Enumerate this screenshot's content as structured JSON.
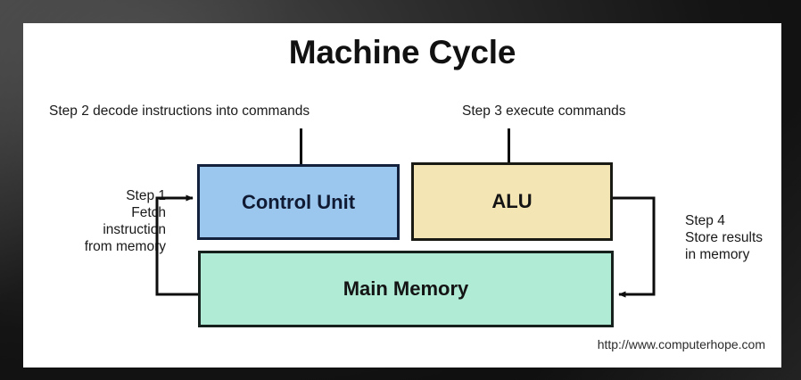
{
  "slide": {
    "title": "Machine Cycle",
    "source_url": "http://www.computerhope.com"
  },
  "diagram": {
    "type": "block-flow",
    "boxes": [
      {
        "id": "control-unit",
        "label": "Control Unit",
        "fill": "#9BC7EE",
        "border": "#14213d"
      },
      {
        "id": "alu",
        "label": "ALU",
        "fill": "#F4E5B4",
        "border": "#1a1a14"
      },
      {
        "id": "main-memory",
        "label": "Main Memory",
        "fill": "#AFEBD5",
        "border": "#16201c"
      }
    ],
    "captions": [
      {
        "id": "step-1",
        "text": "Step 1\nFetch\ninstruction\nfrom memory",
        "align": "right",
        "points_to": "control-unit"
      },
      {
        "id": "step-2",
        "text": "Step 2 decode instructions into commands",
        "align": "left",
        "points_to": "control-unit"
      },
      {
        "id": "step-3",
        "text": "Step 3 execute commands",
        "align": "left",
        "points_to": "alu"
      },
      {
        "id": "step-4",
        "text": "Step 4\nStore results\nin memory",
        "align": "left",
        "points_to": "main-memory"
      }
    ],
    "connectors": [
      {
        "id": "memory-to-control-unit",
        "from": "main-memory",
        "to": "control-unit",
        "label": "Step 1 Fetch instruction from memory",
        "direction": "left-loop-up"
      },
      {
        "id": "alu-to-memory",
        "from": "alu",
        "to": "main-memory",
        "label": "Step 4 Store results in memory",
        "direction": "right-loop-down"
      }
    ],
    "line_color": "#0d0d0d"
  }
}
